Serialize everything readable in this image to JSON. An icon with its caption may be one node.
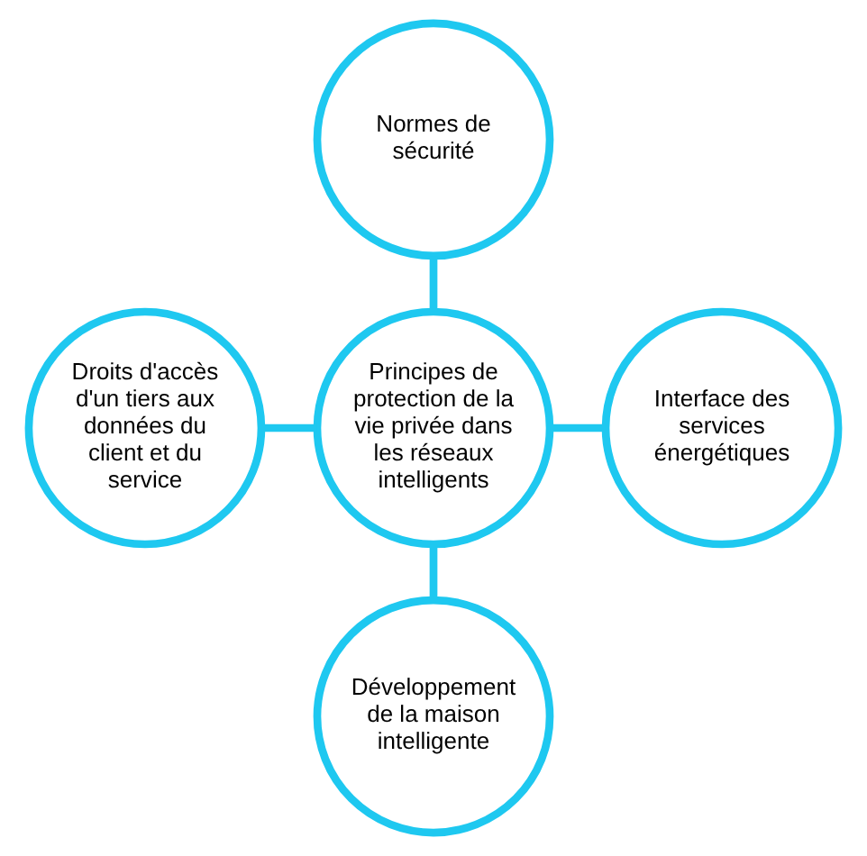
{
  "diagram": {
    "nodes": [
      {
        "text": [
          "Principes de protection de la vie privée dans les réseaux intelligents"
        ]
      },
      {
        "text": [
          "Normes de sécurité"
        ]
      },
      {
        "text": [
          "Droits d'accès d'un tiers aux données du client et du service"
        ]
      },
      {
        "text": [
          "Interface des services énergétiques"
        ]
      },
      {
        "text": [
          "Développement de la maison intelligente"
        ]
      }
    ],
    "edges": [
      {
        "from": 1,
        "to": 0,
        "arrow": "none"
      },
      {
        "from": 2,
        "to": 0,
        "arrow": "none"
      },
      {
        "from": 0,
        "to": 3,
        "arrow": "none"
      },
      {
        "from": 0,
        "to": 4,
        "arrow": "none"
      }
    ]
  }
}
